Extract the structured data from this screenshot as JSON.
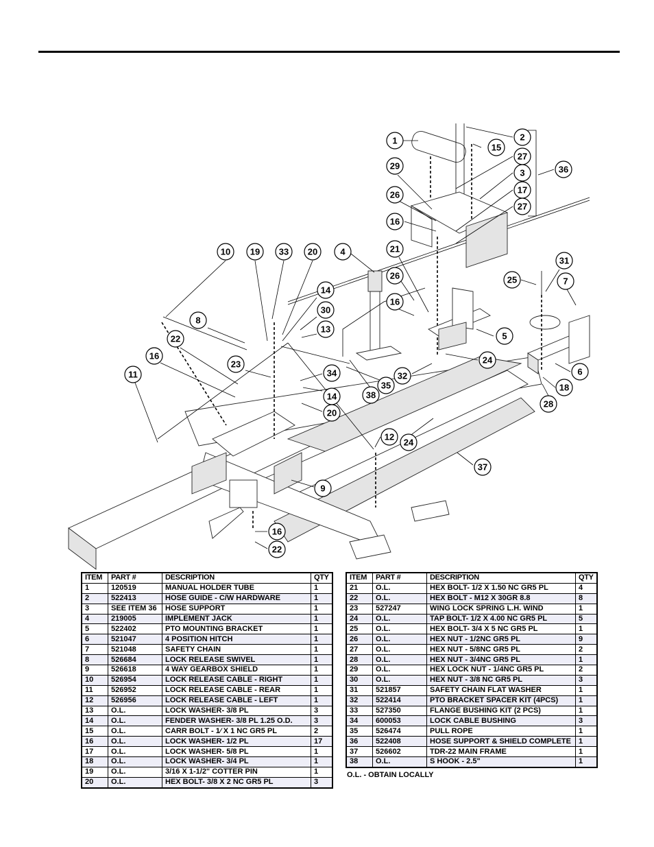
{
  "document": {
    "footnote": "O.L. - OBTAIN LOCALLY"
  },
  "table_headers": {
    "item": "ITEM",
    "part": "PART #",
    "description": "DESCRIPTION",
    "qty": "QTY"
  },
  "parts_left": [
    {
      "item": "1",
      "part": "120519",
      "description": "MANUAL HOLDER TUBE",
      "qty": "1"
    },
    {
      "item": "2",
      "part": "522413",
      "description": "HOSE GUIDE - C/W HARDWARE",
      "qty": "1"
    },
    {
      "item": "3",
      "part": "SEE ITEM 36",
      "description": "HOSE SUPPORT",
      "qty": "1"
    },
    {
      "item": "4",
      "part": "219005",
      "description": "IMPLEMENT JACK",
      "qty": "1"
    },
    {
      "item": "5",
      "part": "522402",
      "description": "PTO MOUNTING BRACKET",
      "qty": "1"
    },
    {
      "item": "6",
      "part": "521047",
      "description": "4 POSITION HITCH",
      "qty": "1"
    },
    {
      "item": "7",
      "part": "521048",
      "description": "SAFETY CHAIN",
      "qty": "1"
    },
    {
      "item": "8",
      "part": "526684",
      "description": "LOCK RELEASE SWIVEL",
      "qty": "1"
    },
    {
      "item": "9",
      "part": "526618",
      "description": "4 WAY GEARBOX SHIELD",
      "qty": "1"
    },
    {
      "item": "10",
      "part": "526954",
      "description": "LOCK RELEASE CABLE - RIGHT",
      "qty": "1"
    },
    {
      "item": "11",
      "part": "526952",
      "description": "LOCK RELEASE CABLE - REAR",
      "qty": "1"
    },
    {
      "item": "12",
      "part": "526956",
      "description": "LOCK RELEASE CABLE - LEFT",
      "qty": "1"
    },
    {
      "item": "13",
      "part": "O.L.",
      "description": "LOCK WASHER- 3/8 PL",
      "qty": "3"
    },
    {
      "item": "14",
      "part": "O.L.",
      "description": "FENDER WASHER- 3/8 PL  1.25 O.D.",
      "qty": "3"
    },
    {
      "item": "15",
      "part": "O.L.",
      "description": "CARR BOLT - 1⁄ X 1 NC GR5 PL",
      "qty": "2"
    },
    {
      "item": "16",
      "part": "O.L.",
      "description": "LOCK WASHER- 1/2 PL",
      "qty": "17"
    },
    {
      "item": "17",
      "part": "O.L.",
      "description": "LOCK WASHER- 5/8 PL",
      "qty": "1"
    },
    {
      "item": "18",
      "part": "O.L.",
      "description": "LOCK WASHER- 3/4 PL",
      "qty": "1"
    },
    {
      "item": "19",
      "part": "O.L.",
      "description": "3/16 X 1-1/2\" COTTER PIN",
      "qty": "1"
    },
    {
      "item": "20",
      "part": "O.L.",
      "description": "HEX BOLT- 3/8 X 2 NC GR5 PL",
      "qty": "3"
    }
  ],
  "parts_right": [
    {
      "item": "21",
      "part": "O.L.",
      "description": "HEX BOLT- 1/2 X 1.50 NC GR5 PL",
      "qty": "4"
    },
    {
      "item": "22",
      "part": "O.L.",
      "description": "HEX BOLT - M12 X 30GR 8.8",
      "qty": "8"
    },
    {
      "item": "23",
      "part": "527247",
      "description": "WING LOCK SPRING L.H. WIND",
      "qty": "1"
    },
    {
      "item": "24",
      "part": "O.L.",
      "description": "TAP BOLT- 1/2 X 4.00 NC GR5 PL",
      "qty": "5"
    },
    {
      "item": "25",
      "part": "O.L.",
      "description": "HEX BOLT- 3/4 X 5 NC GR5 PL",
      "qty": "1"
    },
    {
      "item": "26",
      "part": "O.L.",
      "description": "HEX NUT - 1/2NC GR5 PL",
      "qty": "9"
    },
    {
      "item": "27",
      "part": "O.L.",
      "description": "HEX NUT - 5/8NC GR5 PL",
      "qty": "2"
    },
    {
      "item": "28",
      "part": "O.L.",
      "description": "HEX NUT - 3/4NC GR5 PL",
      "qty": "1"
    },
    {
      "item": "29",
      "part": "O.L.",
      "description": "HEX LOCK NUT - 1/4NC GR5 PL",
      "qty": "2"
    },
    {
      "item": "30",
      "part": "O.L.",
      "description": "HEX NUT - 3/8 NC GR5 PL",
      "qty": "3"
    },
    {
      "item": "31",
      "part": "521857",
      "description": "SAFETY CHAIN FLAT WASHER",
      "qty": "1"
    },
    {
      "item": "32",
      "part": "522414",
      "description": "PTO BRACKET SPACER KIT (4PCS)",
      "qty": "1"
    },
    {
      "item": "33",
      "part": "527350",
      "description": "FLANGE BUSHING KIT (2 PCS)",
      "qty": "1"
    },
    {
      "item": "34",
      "part": "600053",
      "description": "LOCK CABLE BUSHING",
      "qty": "3"
    },
    {
      "item": "35",
      "part": "526474",
      "description": "PULL ROPE",
      "qty": "1"
    },
    {
      "item": "36",
      "part": "522408",
      "description": "HOSE SUPPORT & SHIELD COMPLETE",
      "qty": "1"
    },
    {
      "item": "37",
      "part": "526602",
      "description": "TDR-22 MAIN FRAME",
      "qty": "1"
    },
    {
      "item": "38",
      "part": "O.L.",
      "description": "S HOOK - 2.5\"",
      "qty": "1"
    }
  ],
  "diagram_callouts": [
    "1",
    "2",
    "15",
    "27",
    "3",
    "36",
    "29",
    "26",
    "17",
    "27",
    "16",
    "21",
    "26",
    "16",
    "10",
    "19",
    "33",
    "20",
    "4",
    "14",
    "30",
    "13",
    "8",
    "23",
    "34",
    "14",
    "20",
    "38",
    "35",
    "22",
    "16",
    "11",
    "25",
    "31",
    "7",
    "5",
    "24",
    "32",
    "6",
    "18",
    "28",
    "12",
    "24",
    "37",
    "9",
    "16",
    "22"
  ]
}
